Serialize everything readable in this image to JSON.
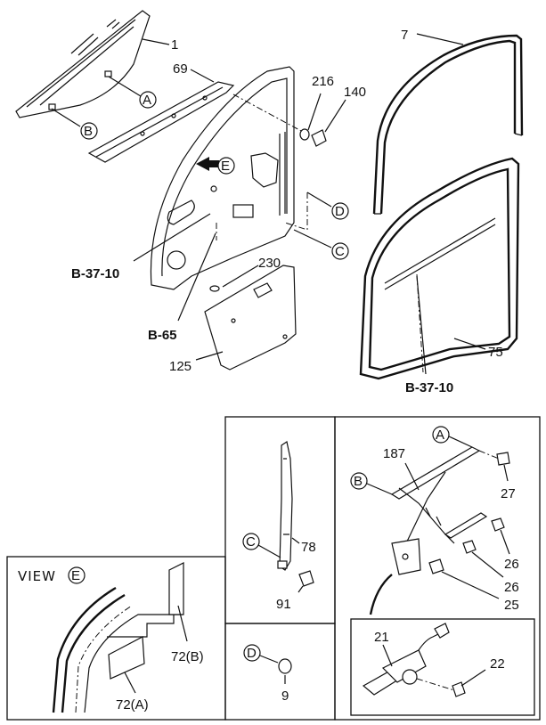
{
  "callouts": {
    "A": "A",
    "B": "B",
    "C": "C",
    "D": "D",
    "E": "E"
  },
  "parts": {
    "glass": "1",
    "weatherstrip_top": "7",
    "outer_strip": "69",
    "clip_216": "216",
    "bolt_140": "140",
    "weatherstrip_door": "75",
    "plug_230": "230",
    "sheet_125": "125",
    "regulator": "187",
    "bolt_27": "27",
    "nut_26a": "26",
    "nut_26b": "26",
    "bolt_25": "25",
    "motor": "21",
    "screw_22": "22",
    "channel": "78",
    "bolt_91": "91",
    "stopper": "9",
    "pad_b": "72(B)",
    "pad_a": "72(A)"
  },
  "refs": {
    "ref_b37_left": "B-37-10",
    "ref_b65": "B-65",
    "ref_b37_right": "B-37-10"
  },
  "view": {
    "title": "VIEW",
    "circle": "E"
  }
}
